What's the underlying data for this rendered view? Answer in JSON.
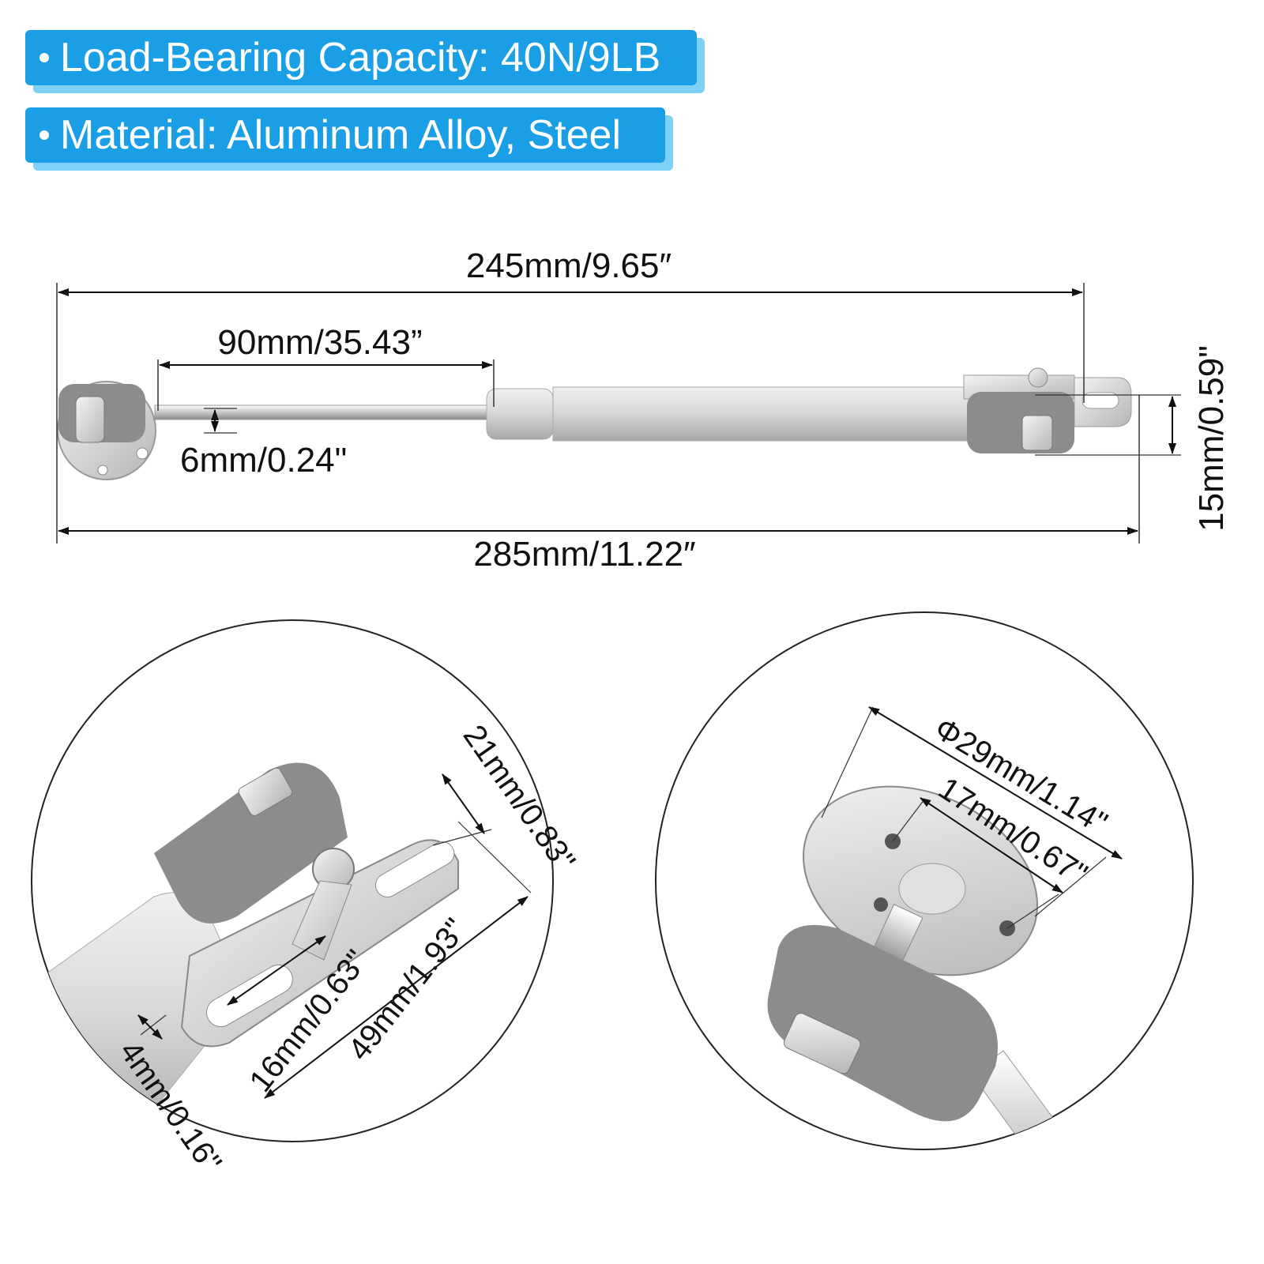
{
  "badges": [
    {
      "text": "Load-Bearing Capacity: 40N/9LB"
    },
    {
      "text": "Material: Aluminum Alloy, Steel"
    }
  ],
  "dimensions": {
    "overall_length": "285mm/11.22″",
    "center_length": "245mm/9.65″",
    "stroke": "90mm/35.43”",
    "rod_diameter": "6mm/0.24\"",
    "height": "15mm/0.59\"",
    "bracket_width": "21mm/0.83\"",
    "bracket_length": "49mm/1.93\"",
    "slot_length": "16mm/0.63\"",
    "slot_width": "4mm/0.16\"",
    "plate_diameter": "Φ29mm/1.14\"",
    "hole_spacing": "17mm/0.67\""
  },
  "colors": {
    "badge_blue": "#1a9fe6",
    "badge_shadow": "#7fd0f5",
    "plastic_grey": "#8c8c8c",
    "cylinder_silver": "#d8d8d8"
  }
}
